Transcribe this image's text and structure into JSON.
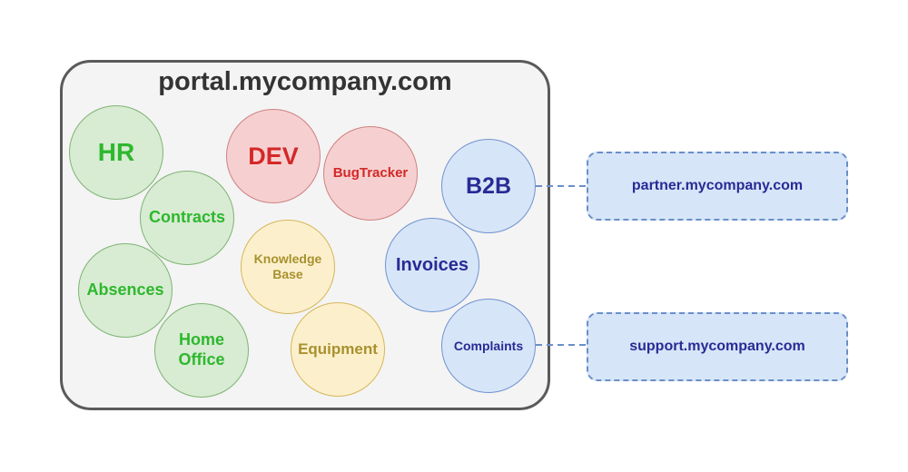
{
  "portal": {
    "title": "portal.mycompany.com"
  },
  "bubbles": {
    "hr": "HR",
    "contracts": "Contracts",
    "absences": "Absences",
    "home_office": "Home\nOffice",
    "dev": "DEV",
    "bugtracker": "BugTracker",
    "knowledge_base": "Knowledge\nBase",
    "equipment": "Equipment",
    "b2b": "B2B",
    "invoices": "Invoices",
    "complaints": "Complaints"
  },
  "domains": {
    "partner": "partner.mycompany.com",
    "support": "support.mycompany.com"
  },
  "colors": {
    "green": "#2db82d",
    "red": "#d42828",
    "yellow": "#a8912e",
    "blue": "#2a2a95",
    "connector": "#6a8fc8"
  }
}
